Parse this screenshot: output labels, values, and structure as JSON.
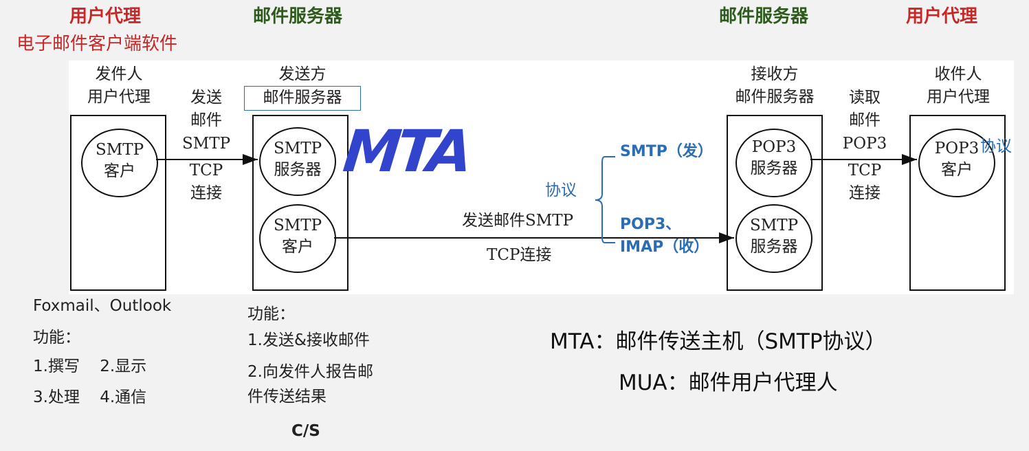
{
  "top_labels": {
    "left_agent": "用户代理",
    "left_agent_sub": "电子邮件客户端软件",
    "left_server": "邮件服务器",
    "right_server": "邮件服务器",
    "right_agent": "用户代理"
  },
  "diagram": {
    "sender": {
      "title_line1": "发件人",
      "title_line2": "用户代理",
      "circle_line1": "SMTP",
      "circle_line2": "客户"
    },
    "send_label": {
      "line1": "发送",
      "line2": "邮件",
      "line3": "SMTP",
      "line4": "TCP",
      "line5": "连接"
    },
    "send_server": {
      "title_line1": "发送方",
      "title_line2": "邮件服务器",
      "circle_top_line1": "SMTP",
      "circle_top_line2": "服务器",
      "circle_bottom_line1": "SMTP",
      "circle_bottom_line2": "客户"
    },
    "middle_label": {
      "top": "发送邮件SMTP",
      "bottom": "TCP连接"
    },
    "protocol": {
      "label": "协议",
      "smtp": "SMTP（发）",
      "pop3": "POP3、",
      "imap": "IMAP（收）"
    },
    "recv_server": {
      "title_line1": "接收方",
      "title_line2": "邮件服务器",
      "circle_top_line1": "POP3",
      "circle_top_line2": "服务器",
      "circle_bottom_line1": "SMTP",
      "circle_bottom_line2": "服务器"
    },
    "read_label": {
      "line1": "读取",
      "line2": "邮件",
      "line3": "POP3",
      "line4": "TCP",
      "line5": "连接"
    },
    "receiver": {
      "title_line1": "收件人",
      "title_line2": "用户代理",
      "circle_line1": "POP3",
      "circle_line2": "客户",
      "annotation": "协议"
    },
    "handwritten": "MTA"
  },
  "notes_left": {
    "apps": "Foxmail、Outlook",
    "func_title": "功能：",
    "row1": "1.撰写    2.显示",
    "row2": "3.处理    4.通信"
  },
  "notes_mid": {
    "func_title": "功能：",
    "item1": "1.发送&接收邮件",
    "item2_line1": "2.向发件人报告邮",
    "item2_line2": "件传送结果",
    "cs": "C/S"
  },
  "definitions": {
    "mta": "MTA：邮件传送主机（SMTP协议）",
    "mua": "MUA：邮件用户代理人"
  }
}
